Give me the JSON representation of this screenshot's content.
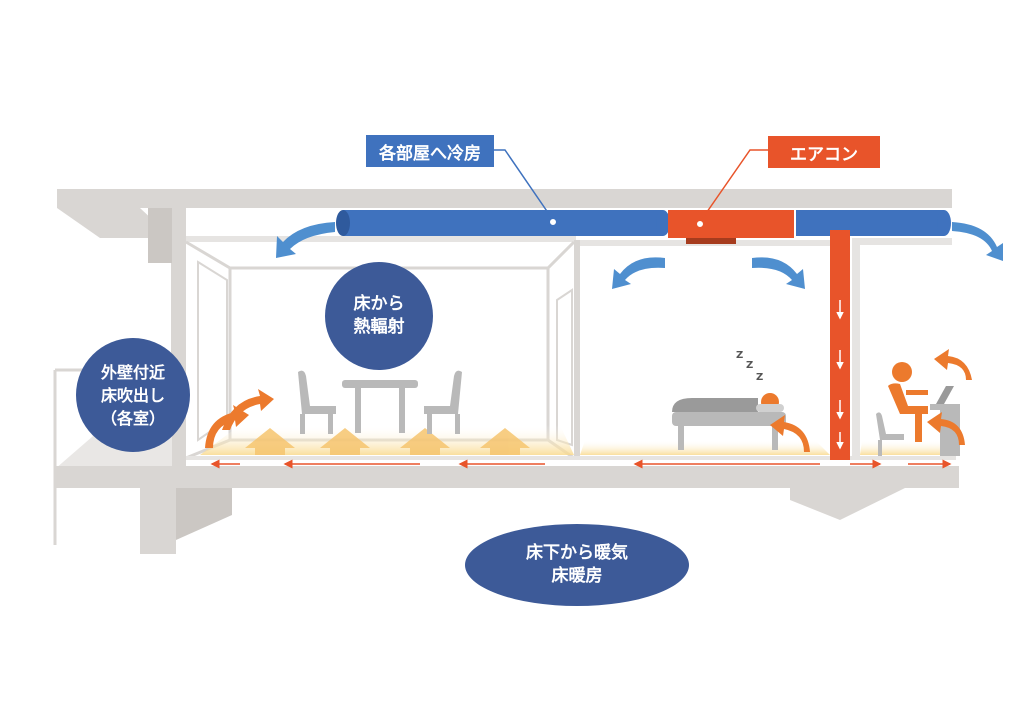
{
  "labels": {
    "cooling": "各部屋へ冷房",
    "aircon": "エアコン",
    "radiant_line1": "床から",
    "radiant_line2": "熱輻射",
    "wall_line1": "外壁付近",
    "wall_line2": "床吹出し",
    "wall_line3": "（各室）",
    "floor_line1": "床下から暖気",
    "floor_line2": "床暖房"
  },
  "colors": {
    "structure": "#d9d6d3",
    "structure_dark": "#c6c2be",
    "duct_blue": "#3f72be",
    "duct_red": "#e8542a",
    "arrow_blue": "#4f8fcf",
    "arrow_orange": "#ec7a2d",
    "floor_glow": "#fbe6b5",
    "label_navy": "#3d5a98",
    "furniture": "#b9b9b9"
  },
  "icons": {
    "sleep": "zzz-icon",
    "person": "person-at-desk-icon",
    "laptop": "laptop-icon"
  }
}
